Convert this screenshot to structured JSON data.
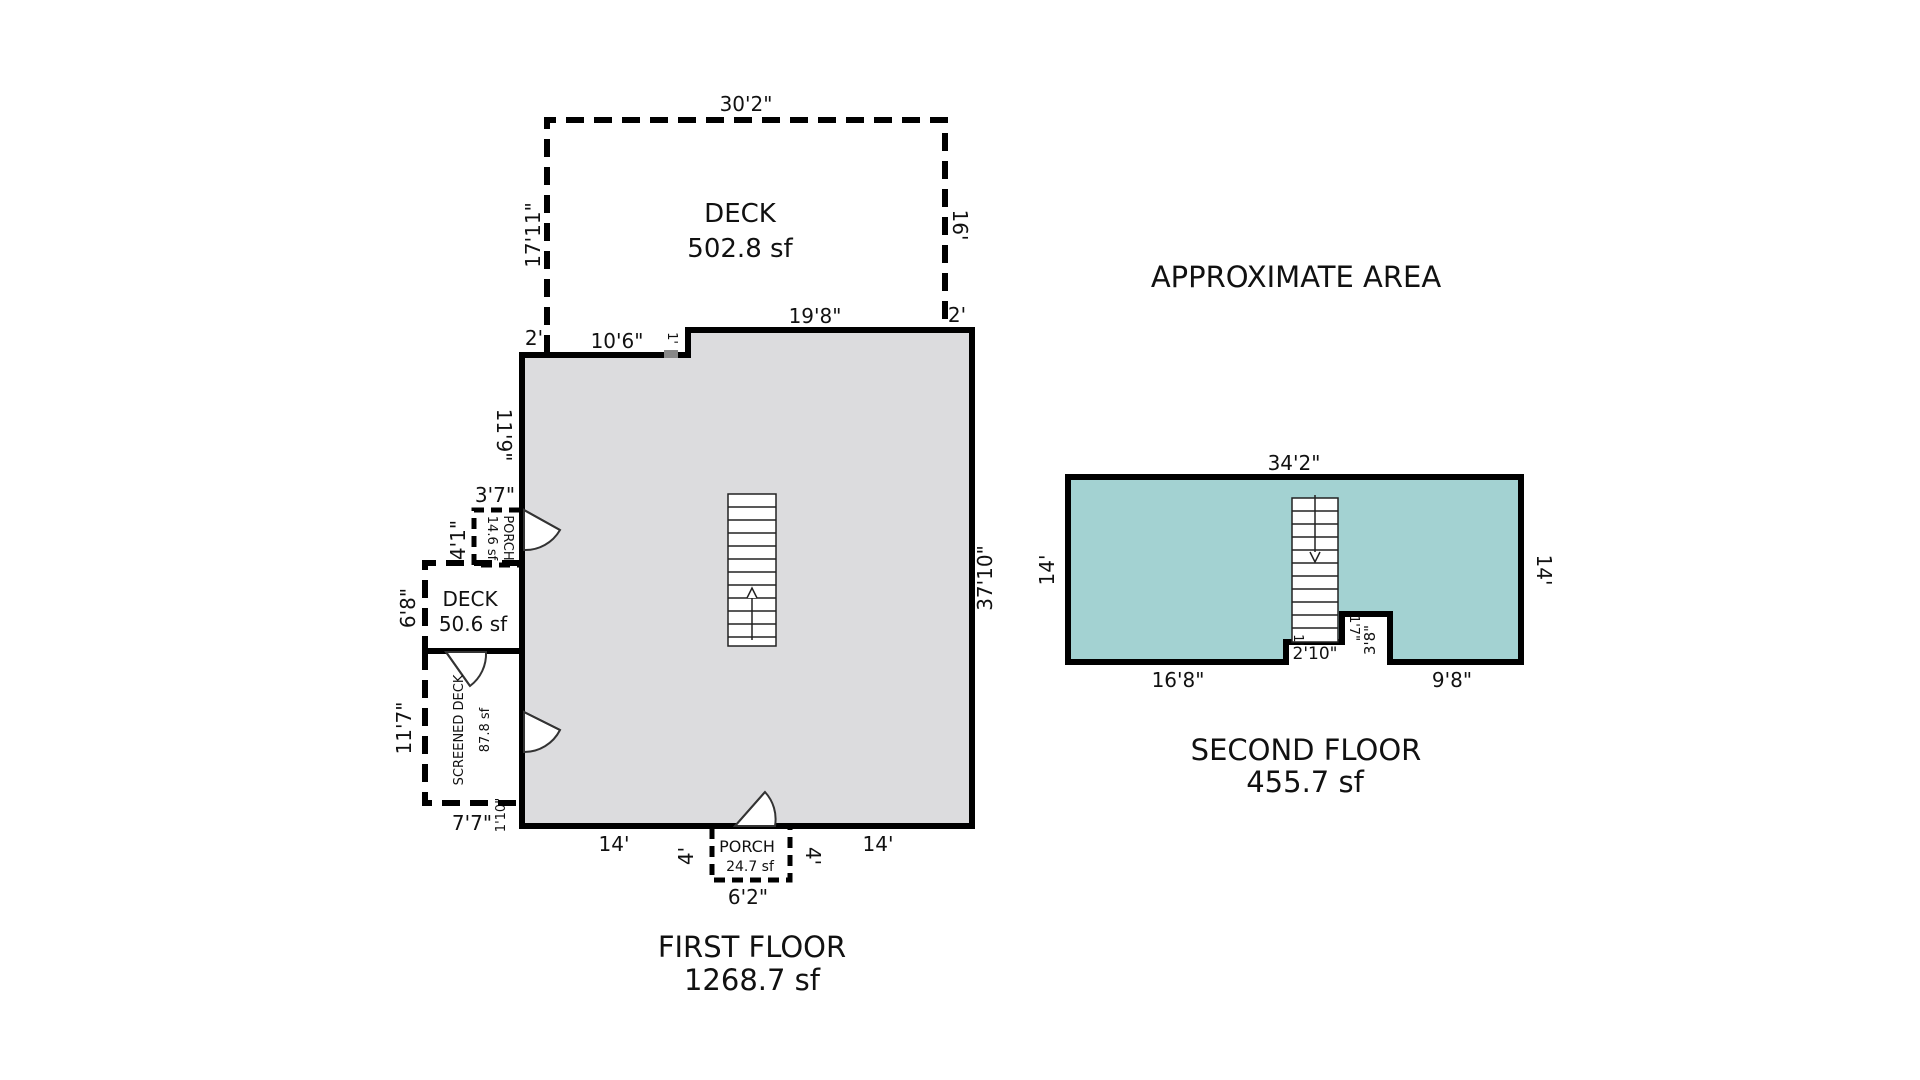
{
  "colors": {
    "first_floor_fill": "#DCDCDE",
    "second_floor_fill": "#A3D2D2",
    "wall": "#000000"
  },
  "legend_title": "APPROXIMATE AREA",
  "first_floor": {
    "name": "FIRST FLOOR",
    "area": "1268.7 sf",
    "dims": {
      "top_left": "10'6\"",
      "top_right": "19'8\"",
      "notch": "1'",
      "left_upper": "11'9\"",
      "right": "37'10\"",
      "bottom_left": "14'",
      "bottom_right": "14'",
      "bottom_left_small": "1'10\""
    }
  },
  "deck_main": {
    "name": "DECK",
    "area": "502.8 sf",
    "dims": {
      "top": "30'2\"",
      "left": "17'11\"",
      "right": "16'",
      "left_offset": "2'",
      "right_offset": "2'"
    }
  },
  "porch_side": {
    "name": "PORCH",
    "area": "14.6 sf",
    "dims": {
      "top": "3'7\"",
      "left": "4'1\""
    }
  },
  "deck_side": {
    "name": "DECK",
    "area": "50.6 sf",
    "dims": {
      "left": "6'8\""
    }
  },
  "screened_deck": {
    "name": "SCREENED DECK",
    "area": "87.8 sf",
    "dims": {
      "left": "11'7\"",
      "bottom": "7'7\""
    }
  },
  "porch_front": {
    "name": "PORCH",
    "area": "24.7 sf",
    "dims": {
      "left": "4'",
      "right": "4'",
      "bottom": "6'2\""
    }
  },
  "second_floor": {
    "name": "SECOND FLOOR",
    "area": "455.7 sf",
    "dims": {
      "top": "34'2\"",
      "left": "14'",
      "right": "14'",
      "bottom_left": "16'8\"",
      "bottom_right": "9'8\"",
      "notch_width": "2'10\"",
      "notch_height": "3'8\"",
      "step": "1'7\"",
      "small": "1'"
    }
  }
}
